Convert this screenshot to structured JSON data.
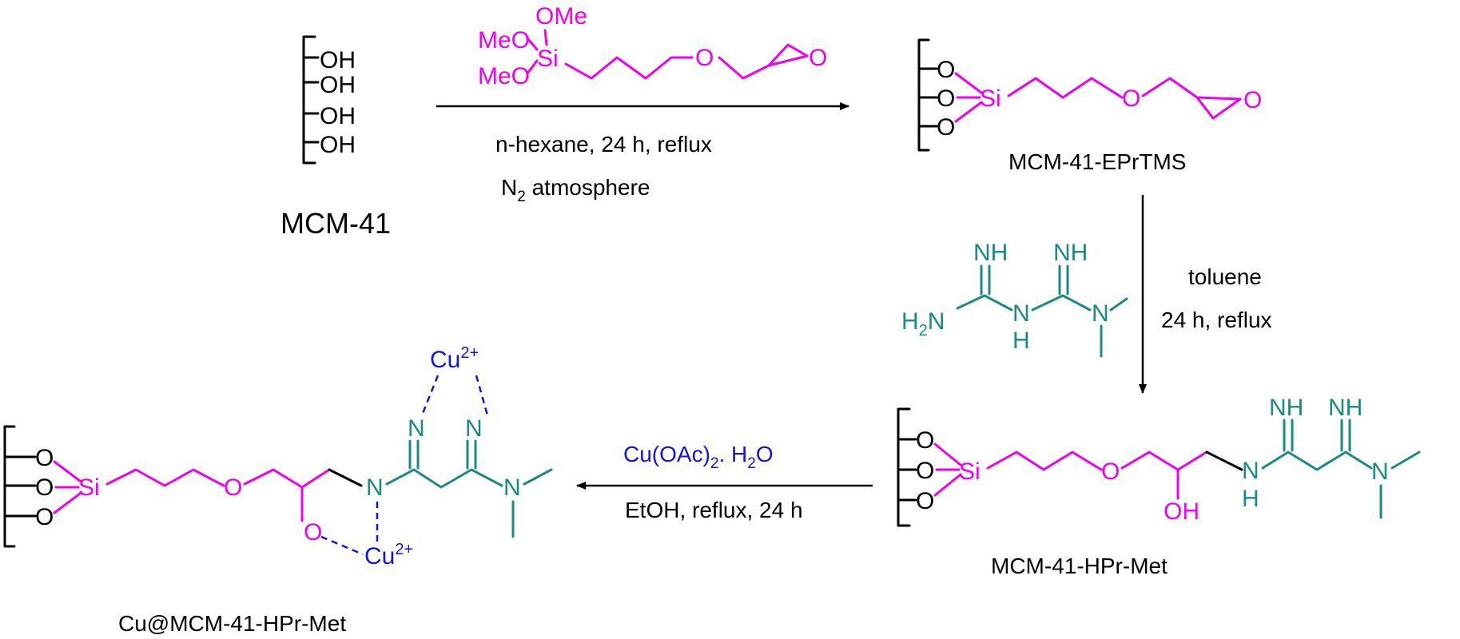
{
  "colors": {
    "linker": "#f000f0",
    "metformin": "#1a8a82",
    "copper": "#1212e6",
    "text": "#000000"
  },
  "atoms": {
    "OH": "OH",
    "O": "O",
    "Si": "Si",
    "OMe": "OMe",
    "MeO": "MeO",
    "NH": "NH",
    "N": "N",
    "H": "H",
    "H2N_H": "H",
    "sub2": "2",
    "Cu": "Cu",
    "cu_charge": "2+"
  },
  "labels": {
    "mcm41": "MCM-41",
    "eprtms": "MCM-41-EPrTMS",
    "hprmet": "MCM-41-HPr-Met",
    "cuhprmet": "Cu@MCM-41-HPr-Met"
  },
  "step1": {
    "line1": "n-hexane, 24 h, reflux",
    "line2_a": "N",
    "line2_sub": "2",
    "line2_b": " atmosphere"
  },
  "step2": {
    "line1": "toluene",
    "line2": "24 h, reflux"
  },
  "step3": {
    "line1_a": "Cu(OAc)",
    "line1_sub": "2",
    "line1_b": ". H",
    "line1_sub2": "2",
    "line1_c": "O",
    "line2": "EtOH, reflux, 24 h"
  }
}
